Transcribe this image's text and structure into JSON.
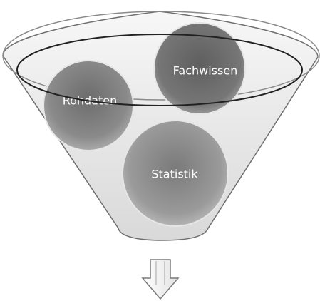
{
  "diagram": {
    "circles": [
      {
        "label": "Rohdaten"
      },
      {
        "label": "Fachwissen"
      },
      {
        "label": "Statistik"
      }
    ]
  },
  "colors": {
    "funnel_fill_top": "#f7f7f7",
    "funnel_fill_bottom": "#d9d9d9",
    "funnel_stroke": "#6f6f6f",
    "rim_stroke": "#222222",
    "circle_fill_light": "#b3b3b3",
    "circle_fill_dark": "#6c6c6c",
    "circle_stroke": "#e6e6e6",
    "label_color": "#ffffff",
    "arrow_fill": "#f2f2f2",
    "arrow_stroke": "#7a7a7a"
  }
}
